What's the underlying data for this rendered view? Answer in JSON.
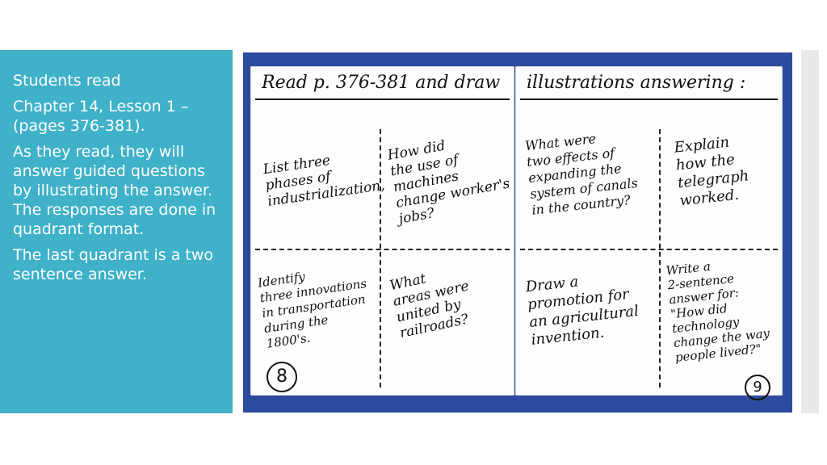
{
  "sidebar": {
    "paragraphs": [
      "Students read",
      "Chapter 14, Lesson 1 – (pages 376-381).",
      "As they read, they will answer guided questions by illustrating the answer.  The responses are done in quadrant format.",
      "The last quadrant is a two sentence answer."
    ]
  },
  "photo": {
    "left_card": {
      "header": "Read p. 376-381 and draw",
      "quadrants": [
        "List three\nphases of\nindustrialization,",
        "How did\nthe use of\nmachines\nchange worker's\njobs?",
        "Identify\nthree innovations\nin transportation\nduring the\n1800's.",
        "What\nareas were\nunited by\nrailroads?"
      ],
      "page_number": "8"
    },
    "right_card": {
      "header": "illustrations answering :",
      "quadrants": [
        "What were\ntwo effects of\nexpanding the\nsystem of canals\nin the country?",
        "Explain\nhow the\ntelegraph\nworked.",
        "Draw a\npromotion for\nan agricultural\ninvention.",
        "Write a\n2-sentence\nanswer for:\n\"How did\ntechnology\nchange the way\npeople lived?\""
      ],
      "page_number": "9"
    }
  }
}
